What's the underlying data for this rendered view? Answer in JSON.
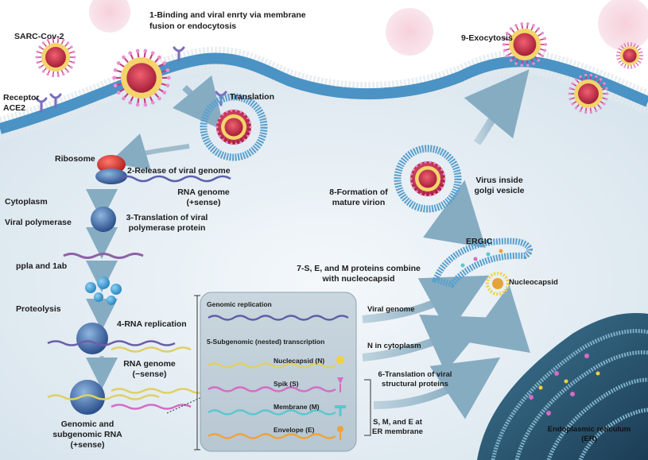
{
  "labels": {
    "virus_name": "SARC-Cov-2",
    "step1_line1": "1-Binding and viral enrty via membrane",
    "step1_line2": "fusion or endocytosis",
    "step9": "9-Exocytosis",
    "receptor_line1": "Receptor",
    "receptor_line2": "ACE2",
    "translation": "Translation",
    "ribosome": "Ribosome",
    "step2": "2-Release of viral genome",
    "rna_plus_line1": "RNA genome",
    "rna_plus_line2": "(+sense)",
    "cytoplasm": "Cytoplasm",
    "viral_polymerase": "Viral polymerase",
    "step3_line1": "3-Translation of viral",
    "step3_line2": "polymerase protein",
    "ppla": "ppla and 1ab",
    "proteolysis": "Proteolysis",
    "step4": "4-RNA replication",
    "rna_minus_line1": "RNA genome",
    "rna_minus_line2": "(−sense)",
    "genomic_line1": "Genomic and",
    "genomic_line2": "subgenomic RNA",
    "genomic_line3": "(+sense)",
    "virus_golgi_line1": "Virus inside",
    "virus_golgi_line2": "golgi vesicle",
    "step8_line1": "8-Formation of",
    "step8_line2": "mature virion",
    "ergic": "ERGIC",
    "step7_line1": "7-S, E, and M proteins combine",
    "step7_line2": "with nucleocapsid",
    "nucleocapsid": "Nucleocapsid",
    "viral_genome": "Viral genome",
    "n_cytoplasm": "N in cytoplasm",
    "step6_line1": "6-Translation of viral",
    "step6_line2": "structural proteins",
    "sme_line1": "S, M, and E at",
    "sme_line2": "ER membrane",
    "er_line1": "Endoplasmic reticulum",
    "er_line2": "(ER)"
  },
  "box": {
    "genomic_replication": "Genomic replication",
    "step5": "5-Subgenomic (nested) transcription",
    "nucleocapsid": "Nuclecapsid (N)",
    "spike": "Spik (S)",
    "membrane": "Membrane (M)",
    "envelope": "Envelope (E)"
  },
  "colors": {
    "membrane": "#4a93c4",
    "virus_core": "#c7304a",
    "spike": "#e9c24f",
    "nucleocapsid": "#f2d23a",
    "spike_protein": "#d46cc6",
    "membrane_protein": "#5cc6cf",
    "envelope_protein": "#f0a23a",
    "er": "#2e5f7e"
  }
}
